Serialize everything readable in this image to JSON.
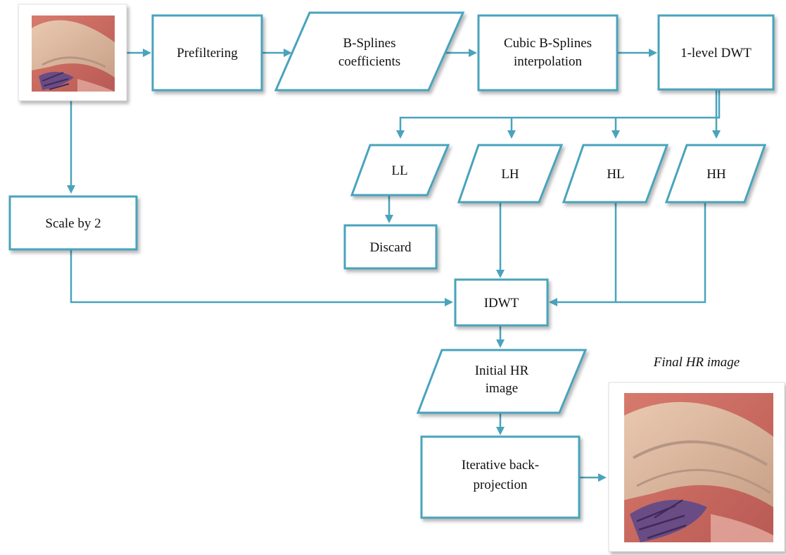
{
  "colors": {
    "accent": "#4aa3bd",
    "text": "#111111"
  },
  "nodes": {
    "lr_image": {
      "icon": "lr-image-thumbnail"
    },
    "prefiltering": "Prefiltering",
    "bspline_coeffs": [
      "B-Splines",
      "coefficients"
    ],
    "cubic_interp": [
      "Cubic B-Splines",
      "interpolation"
    ],
    "dwt": "1-level DWT",
    "ll": "LL",
    "lh": "LH",
    "hl": "HL",
    "hh": "HH",
    "discard": "Discard",
    "scale": "Scale by 2",
    "idwt": "IDWT",
    "initial_hr": [
      "Initial HR",
      "image"
    ],
    "ibp": [
      "Iterative back-",
      "projection"
    ],
    "final_caption": "Final HR image",
    "final_image": {
      "icon": "hr-image-thumbnail"
    }
  }
}
